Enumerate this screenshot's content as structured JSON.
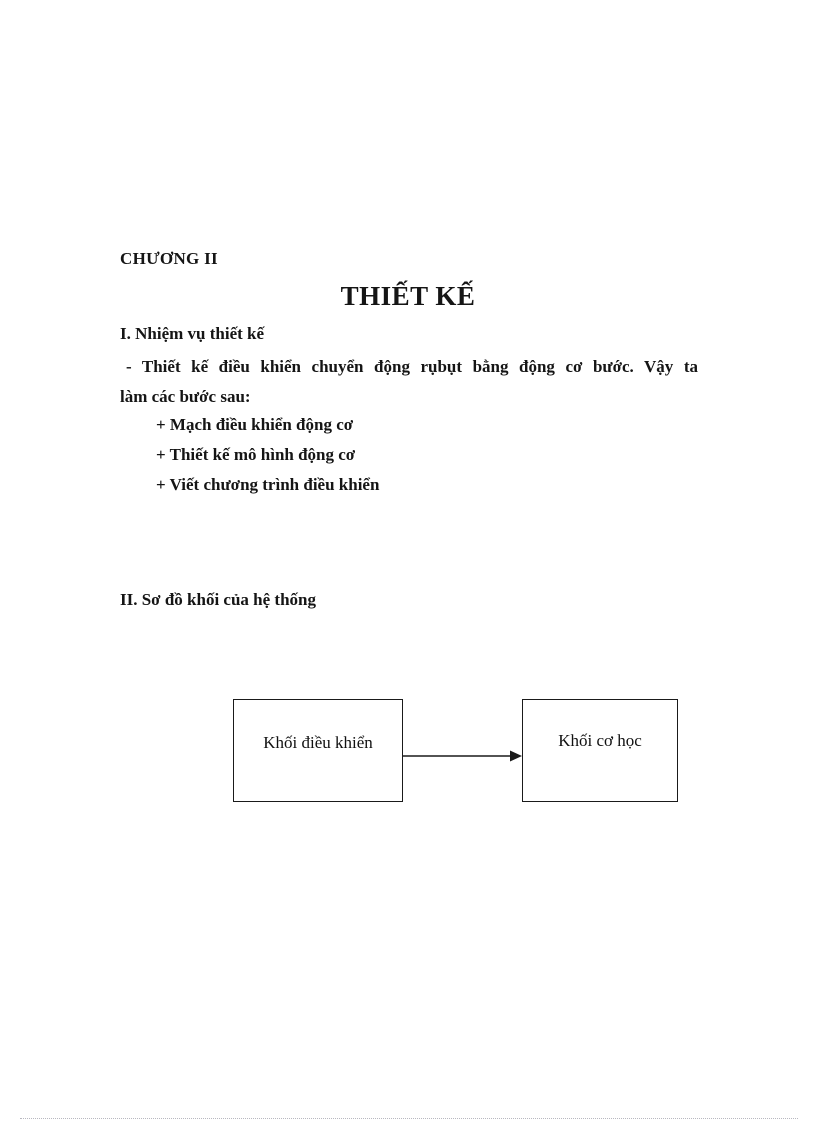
{
  "page": {
    "chapter_label": "CHƯƠNG II",
    "title": "THIẾT KẾ",
    "section1": {
      "heading": "I. Nhiệm vụ thiết kế",
      "paragraph_line1": "- Thiết kế điều khiển chuyển động rụbụt bằng động cơ bước. Vậy ta",
      "paragraph_line2": "làm các bước sau:",
      "bullets": [
        "+ Mạch điều khiển động cơ",
        "+ Thiết kế mô hình  động cơ",
        "+ Viết chương trình  điều khiển"
      ]
    },
    "section2": {
      "heading": "II. Sơ đồ khối của hệ thống",
      "diagram": {
        "left_box_label": "Khối điều khiển",
        "right_box_label": "Khối cơ học"
      }
    }
  }
}
